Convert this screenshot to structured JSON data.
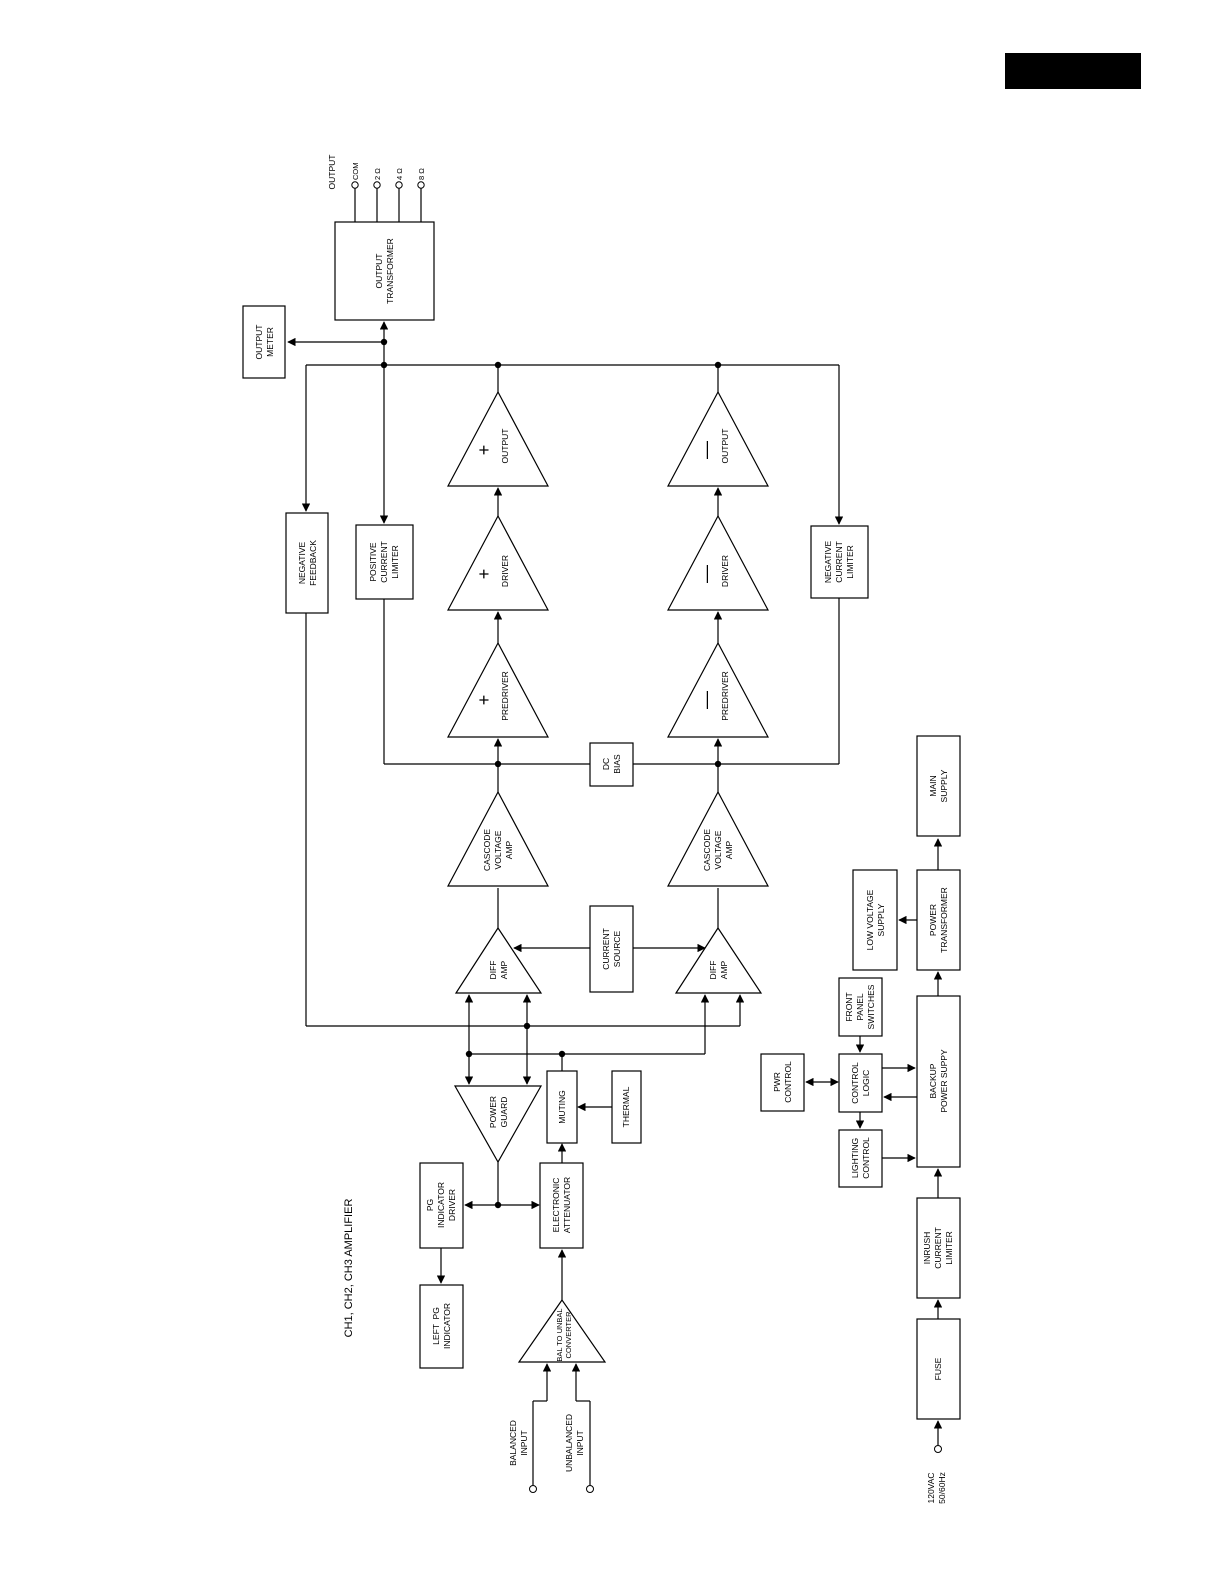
{
  "title": "CH1, CH2, CH3 AMPLIFIER",
  "output": {
    "header": "OUTPUT",
    "terminals": [
      "COM",
      "2   Ω",
      "4   Ω",
      "8   Ω"
    ]
  },
  "blocks": {
    "output_transformer": [
      "OUTPUT",
      "TRANSFORMER"
    ],
    "output_meter": [
      "OUTPUT",
      "METER"
    ],
    "negative_feedback": [
      "NEGATIVE",
      "FEEDBACK"
    ],
    "positive_current_limiter": [
      "POSITIVE",
      "CURRENT",
      "LIMITER"
    ],
    "negative_current_limiter": [
      "NEGATIVE",
      "CURRENT",
      "LIMITER"
    ],
    "dc_bias": [
      "DC",
      "BIAS"
    ],
    "current_source": [
      "CURRENT",
      "SOURCE"
    ],
    "muting": [
      "MUTING"
    ],
    "thermal": [
      "THERMAL"
    ],
    "electronic_attenuator": [
      "ELECTRONIC",
      "ATTENUATOR"
    ],
    "pg_indicator_driver": [
      "PG",
      "INDICATOR",
      "DRIVER"
    ],
    "left_pg_indicator": [
      "LEFT  PG",
      "INDICATOR"
    ],
    "main_supply": [
      "MAIN",
      "SUPPLY"
    ],
    "low_voltage_supply": [
      "LOW VOLTAGE",
      "SUPPLY"
    ],
    "power_transformer": [
      "POWER",
      "TRANSFORMER"
    ],
    "front_panel_switches": [
      "FRONT",
      "PANEL",
      "SWITCHES"
    ],
    "pwr_control": [
      "PWR",
      "CONTROL"
    ],
    "control_logic": [
      "CONTROL",
      "LOGIC"
    ],
    "backup_power_supply": [
      "BACKUP",
      "POWER SUPPY"
    ],
    "lighting_control": [
      "LIGHTING",
      "CONTROL"
    ],
    "inrush_current_limiter": [
      "INRUSH",
      "CURRENT",
      "LIMITER"
    ],
    "fuse": [
      "FUSE"
    ]
  },
  "stages": {
    "output_pos": [
      "OUTPUT"
    ],
    "output_neg": [
      "OUTPUT"
    ],
    "driver_pos": [
      "DRIVER"
    ],
    "driver_neg": [
      "DRIVER"
    ],
    "predriver_pos": [
      "PREDRIVER"
    ],
    "predriver_neg": [
      "PREDRIVER"
    ],
    "cascode_pos": [
      "CASCODE",
      "VOLTAGE",
      "AMP"
    ],
    "cascode_neg": [
      "CASCODE",
      "VOLTAGE",
      "AMP"
    ],
    "diff_pos": [
      "DIFF",
      "AMP"
    ],
    "diff_neg": [
      "DIFF",
      "AMP"
    ],
    "power_guard": [
      "POWER",
      "GUARD"
    ],
    "bal_converter": [
      "BAL TO UNBAL",
      "CONVERTER"
    ]
  },
  "signs": {
    "plus": "+",
    "minus": "—"
  },
  "inputs": {
    "balanced": [
      "BALANCED",
      "INPUT"
    ],
    "unbalanced": [
      "UNBALANCED",
      "INPUT"
    ],
    "ac": [
      "120VAC",
      "50/60Hz"
    ]
  }
}
